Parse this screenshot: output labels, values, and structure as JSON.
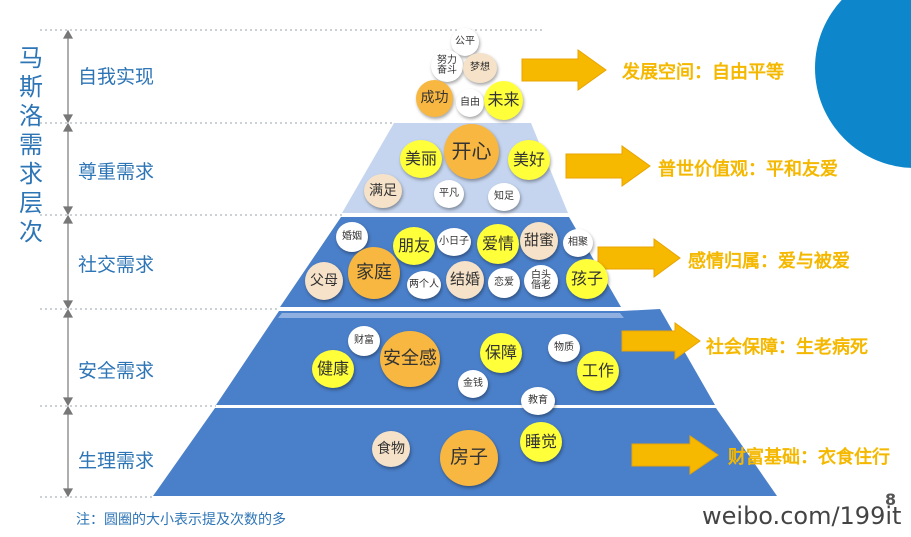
{
  "title": "马斯洛需求层次",
  "levels": [
    {
      "label": "自我实现",
      "goal": "发展空间：自由平等"
    },
    {
      "label": "尊重需求",
      "goal": "普世价值观：平和友爱"
    },
    {
      "label": "社交需求",
      "goal": "感情归属：爱与被爱"
    },
    {
      "label": "安全需求",
      "goal": "社会保障：生老病死"
    },
    {
      "label": "生理需求",
      "goal": "财富基础：衣食住行"
    }
  ],
  "bubbles": {
    "gongping": "公平",
    "nuli": "努力\n奋斗",
    "mengxiang": "梦想",
    "chenggong": "成功",
    "ziyou": "自由",
    "weilai": "未来",
    "kaixin": "开心",
    "meili": "美丽",
    "meihao": "美好",
    "manzu": "满足",
    "pingfan": "平凡",
    "zhizu": "知足",
    "hunyin": "婚姻",
    "pengyou": "朋友",
    "xiaorizi": "小日子",
    "aiqing": "爱情",
    "tianmi": "甜蜜",
    "xiangju": "相聚",
    "fumu": "父母",
    "jiating": "家庭",
    "lianggeren": "两个人",
    "jiehun": "结婚",
    "lianai": "恋爱",
    "baitou": "白头\n偕老",
    "haizi": "孩子",
    "caifu": "财富",
    "anquangan": "安全感",
    "baozhang": "保障",
    "wuzhi": "物质",
    "jiankang": "健康",
    "jinqian": "金钱",
    "gongzuo": "工作",
    "jiaoyu": "教育",
    "shiwu": "食物",
    "fangzi": "房子",
    "shuijiao": "睡觉"
  },
  "note": "注：圆圈的大小表示提及次数的多",
  "page_number": "8",
  "watermark": "weibo.com/199it",
  "colors": {
    "blue_dark": "#4a7fc9",
    "blue_light": "#c5d5ef",
    "accent": "#f5b800",
    "bubble_yellow": "#ffff3a",
    "bubble_orange": "#f7b740"
  }
}
